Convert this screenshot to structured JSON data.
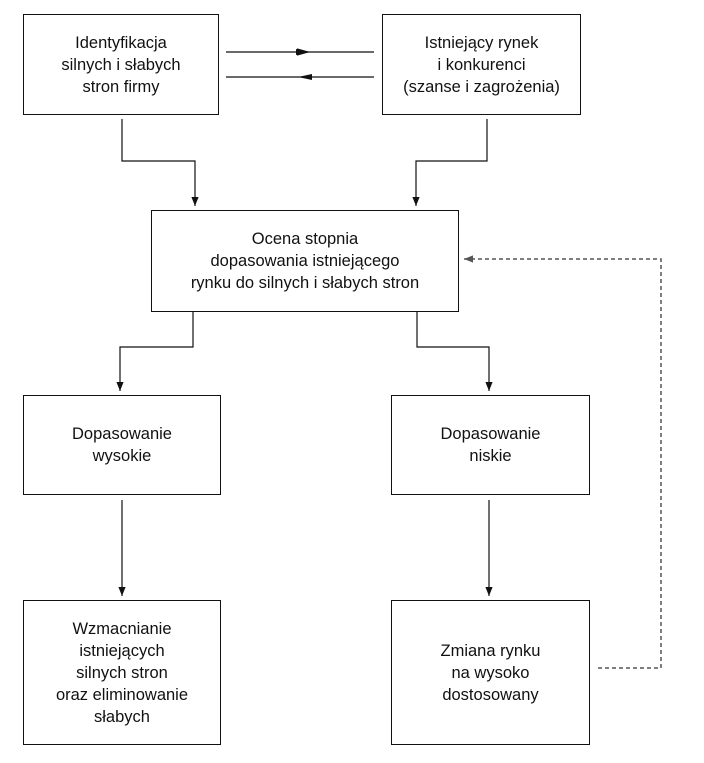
{
  "nodes": {
    "strengths": {
      "label": "Identyfikacja\nsilnych i słabych\nstron firmy"
    },
    "market": {
      "label": "Istniejący rynek\ni konkurenci\n(szanse i zagrożenia)"
    },
    "fit_assessment": {
      "label": "Ocena stopnia\ndopasowania istniejącego\nrynku do silnych i słabych stron"
    },
    "high_fit": {
      "label": "Dopasowanie\nwysokie"
    },
    "low_fit": {
      "label": "Dopasowanie\nniskie"
    },
    "reinforce": {
      "label": "Wzmacnianie\nistniejących\nsilnych stron\noraz eliminowanie\nsłabych"
    },
    "change_market": {
      "label": "Zmiana rynku\nna wysoko\ndostosowany"
    }
  },
  "edges": [
    {
      "from": "strengths",
      "to": "market",
      "style": "solid"
    },
    {
      "from": "market",
      "to": "strengths",
      "style": "solid"
    },
    {
      "from": "strengths",
      "to": "fit_assessment",
      "style": "solid"
    },
    {
      "from": "market",
      "to": "fit_assessment",
      "style": "solid"
    },
    {
      "from": "fit_assessment",
      "to": "high_fit",
      "style": "solid"
    },
    {
      "from": "fit_assessment",
      "to": "low_fit",
      "style": "solid"
    },
    {
      "from": "high_fit",
      "to": "reinforce",
      "style": "solid"
    },
    {
      "from": "low_fit",
      "to": "change_market",
      "style": "solid"
    },
    {
      "from": "change_market",
      "to": "fit_assessment",
      "style": "dashed"
    }
  ],
  "colors": {
    "line": "#111111",
    "dashed_line": "#555555",
    "background": "#ffffff"
  }
}
